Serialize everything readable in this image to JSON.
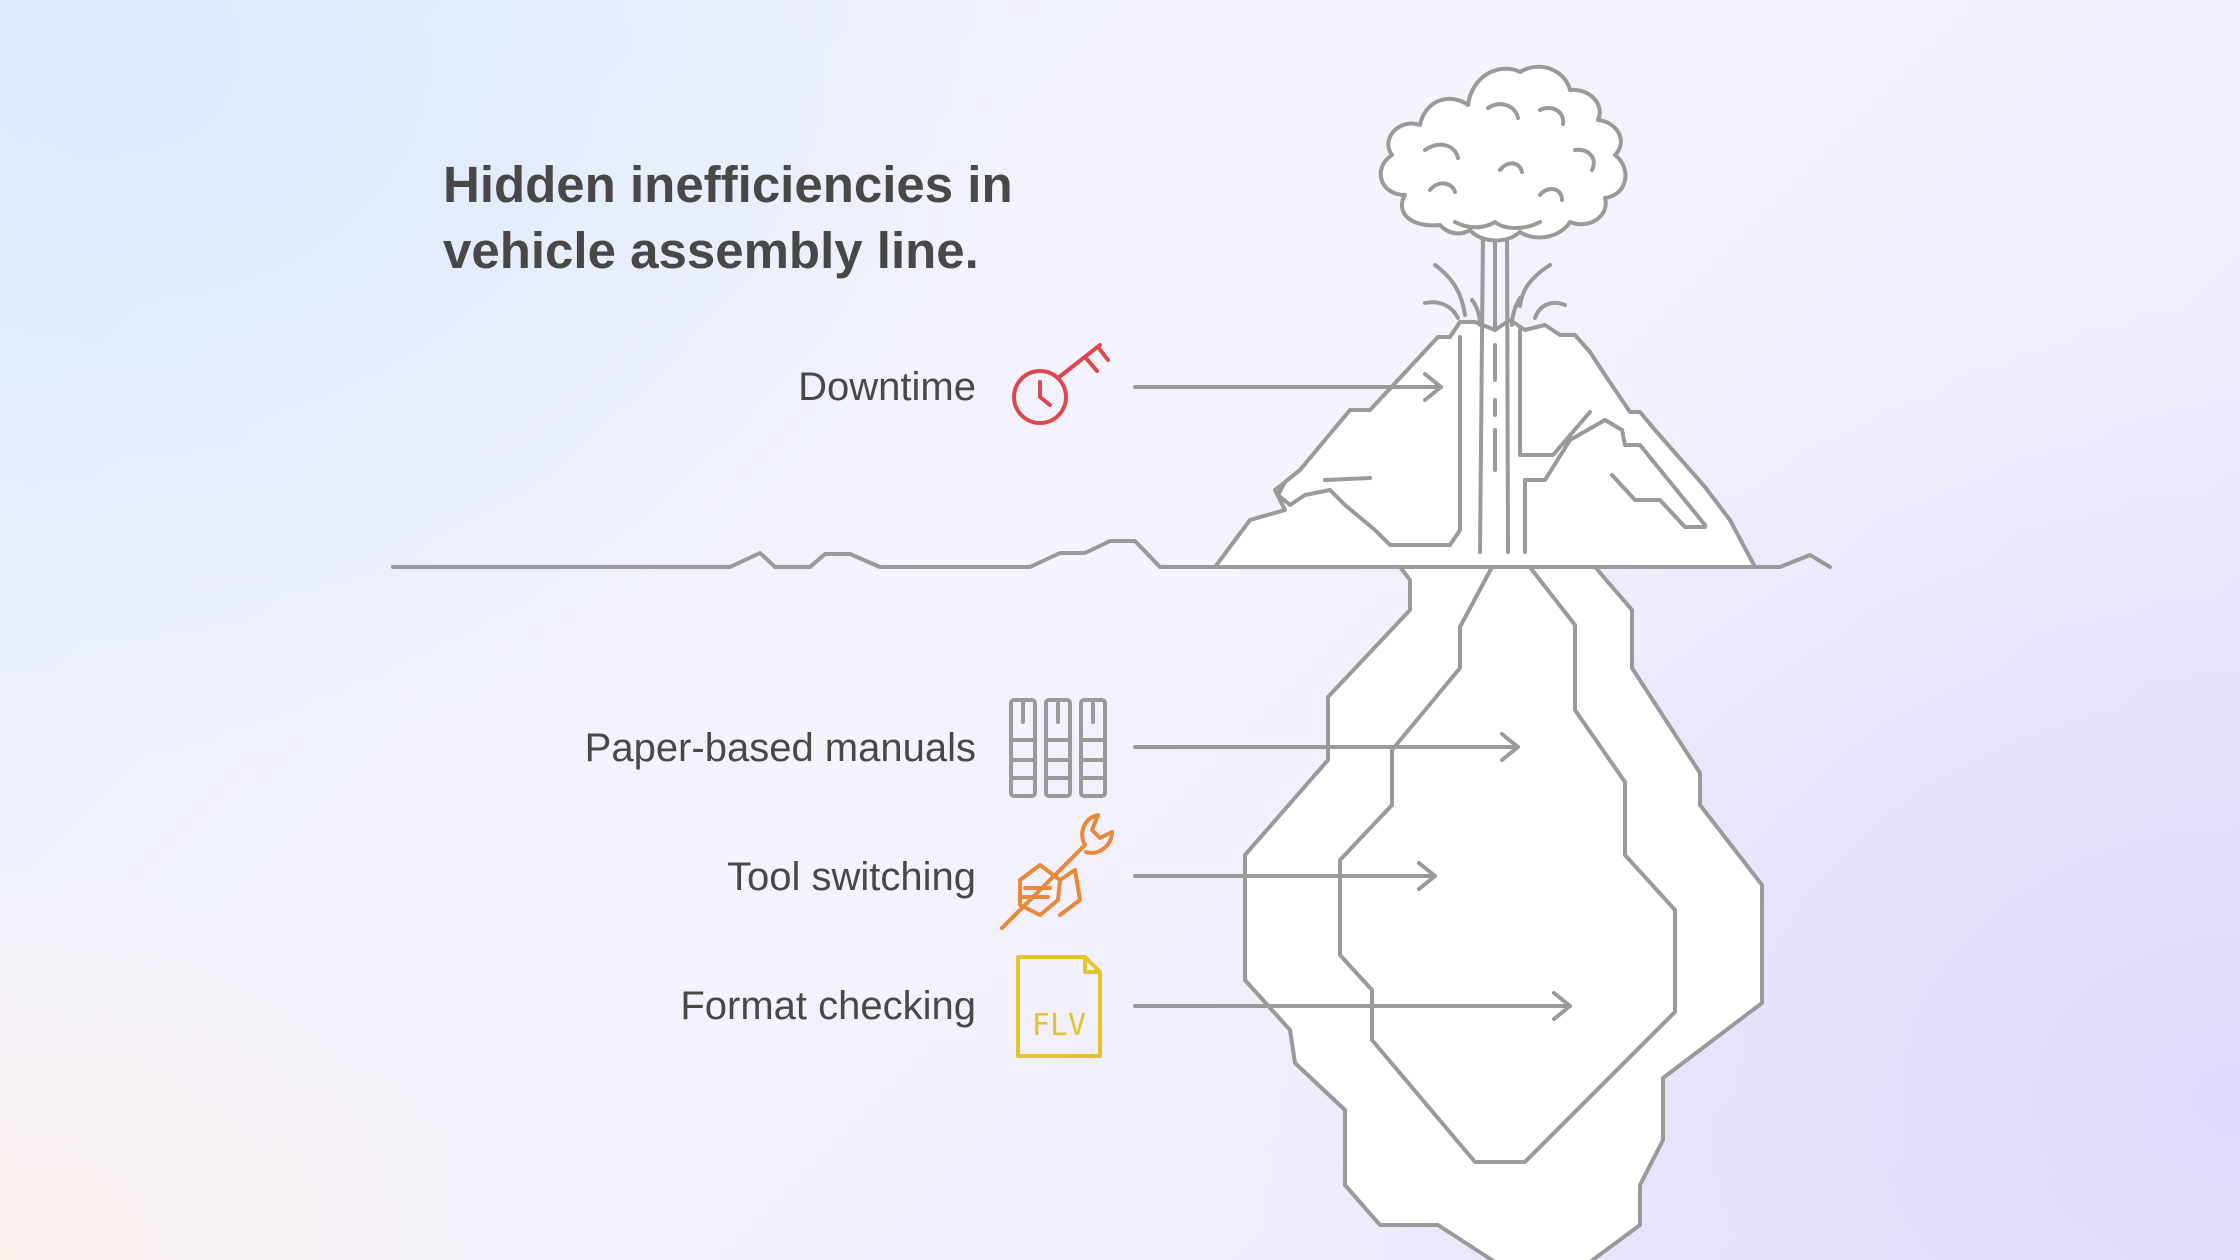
{
  "title": "Hidden inefficiencies in vehicle assembly line.",
  "items": [
    {
      "label": "Downtime",
      "icon": "timer-key-icon",
      "color": "#e0474c"
    },
    {
      "label": "Paper-based manuals",
      "icon": "binders-icon",
      "color": "#9a9a9a"
    },
    {
      "label": "Tool switching",
      "icon": "hand-wrench-icon",
      "color": "#e8893a"
    },
    {
      "label": "Format checking",
      "icon": "flv-file-icon",
      "color": "#e3c52b",
      "icon_text": "FLV"
    }
  ],
  "colors": {
    "line": "#9a9a9a",
    "text": "#484848"
  }
}
